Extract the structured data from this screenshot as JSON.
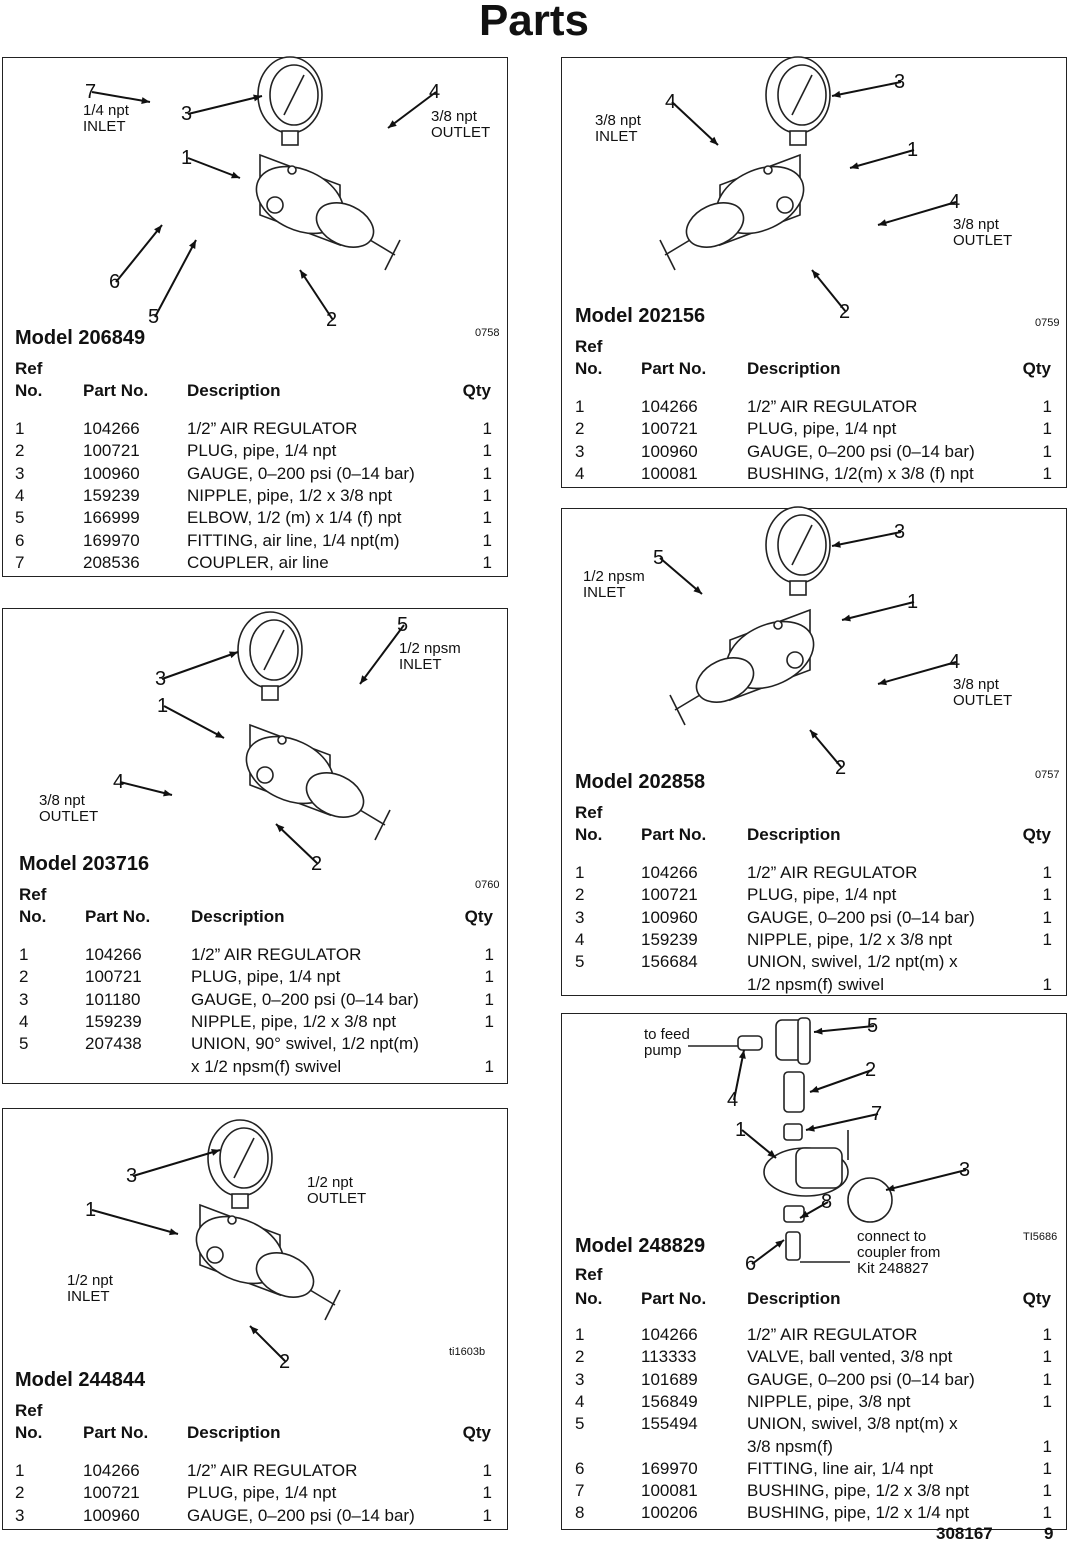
{
  "page": {
    "title": "Parts",
    "doc_number": "308167",
    "page_number": "9"
  },
  "columns": {
    "ref": "Ref",
    "no": "No.",
    "part_no": "Part No.",
    "description": "Description",
    "qty": "Qty"
  },
  "panels": [
    {
      "model": "Model 206849",
      "drawing": "0758",
      "labels": [
        "1/4 npt\nINLET",
        "3/8 npt\nOUTLET"
      ],
      "callouts": [
        "7",
        "3",
        "4",
        "1",
        "6",
        "5",
        "2"
      ],
      "rows": [
        [
          "1",
          "104266",
          "1/2” AIR REGULATOR",
          "1"
        ],
        [
          "2",
          "100721",
          "PLUG, pipe, 1/4 npt",
          "1"
        ],
        [
          "3",
          "100960",
          "GAUGE, 0–200 psi (0–14 bar)",
          "1"
        ],
        [
          "4",
          "159239",
          "NIPPLE, pipe, 1/2 x 3/8 npt",
          "1"
        ],
        [
          "5",
          "166999",
          "ELBOW, 1/2 (m) x 1/4 (f) npt",
          "1"
        ],
        [
          "6",
          "169970",
          "FITTING, air line, 1/4 npt(m)",
          "1"
        ],
        [
          "7",
          "208536",
          "COUPLER, air line",
          "1"
        ]
      ]
    },
    {
      "model": "Model 203716",
      "drawing": "0760",
      "labels": [
        "1/2 npsm\nINLET",
        "3/8 npt\nOUTLET"
      ],
      "callouts": [
        "5",
        "3",
        "1",
        "4",
        "2"
      ],
      "rows": [
        [
          "1",
          "104266",
          "1/2” AIR REGULATOR",
          "1"
        ],
        [
          "2",
          "100721",
          "PLUG, pipe, 1/4 npt",
          "1"
        ],
        [
          "3",
          "101180",
          "GAUGE, 0–200 psi (0–14 bar)",
          "1"
        ],
        [
          "4",
          "159239",
          "NIPPLE, pipe, 1/2 x 3/8 npt",
          "1"
        ],
        [
          "5",
          "207438",
          "UNION, 90° swivel, 1/2 npt(m)",
          ""
        ],
        [
          "",
          "",
          "x 1/2 npsm(f) swivel",
          "1"
        ]
      ]
    },
    {
      "model": "Model 244844",
      "drawing": "ti1603b",
      "labels": [
        "1/2 npt\nOUTLET",
        "1/2 npt\nINLET"
      ],
      "callouts": [
        "3",
        "1",
        "2"
      ],
      "rows": [
        [
          "1",
          "104266",
          "1/2” AIR REGULATOR",
          "1"
        ],
        [
          "2",
          "100721",
          "PLUG, pipe, 1/4 npt",
          "1"
        ],
        [
          "3",
          "100960",
          "GAUGE, 0–200 psi (0–14 bar)",
          "1"
        ]
      ]
    },
    {
      "model": "Model 202156",
      "drawing": "0759",
      "labels": [
        "3/8 npt\nINLET",
        "3/8 npt\nOUTLET"
      ],
      "callouts": [
        "4",
        "3",
        "1",
        "4",
        "2"
      ],
      "rows": [
        [
          "1",
          "104266",
          "1/2” AIR REGULATOR",
          "1"
        ],
        [
          "2",
          "100721",
          "PLUG, pipe, 1/4 npt",
          "1"
        ],
        [
          "3",
          "100960",
          "GAUGE, 0–200 psi (0–14 bar)",
          "1"
        ],
        [
          "4",
          "100081",
          "BUSHING, 1/2(m) x 3/8 (f) npt",
          "1"
        ]
      ]
    },
    {
      "model": "Model 202858",
      "drawing": "0757",
      "labels": [
        "1/2 npsm\nINLET",
        "3/8 npt\nOUTLET"
      ],
      "callouts": [
        "5",
        "3",
        "1",
        "4",
        "2"
      ],
      "rows": [
        [
          "1",
          "104266",
          "1/2” AIR REGULATOR",
          "1"
        ],
        [
          "2",
          "100721",
          "PLUG, pipe, 1/4 npt",
          "1"
        ],
        [
          "3",
          "100960",
          "GAUGE, 0–200 psi (0–14 bar)",
          "1"
        ],
        [
          "4",
          "159239",
          "NIPPLE, pipe, 1/2 x 3/8 npt",
          "1"
        ],
        [
          "5",
          "156684",
          "UNION, swivel, 1/2 npt(m) x",
          ""
        ],
        [
          "",
          "",
          "1/2 npsm(f) swivel",
          "1"
        ]
      ]
    },
    {
      "model": "Model 248829",
      "drawing": "TI5686",
      "labels": [
        "to feed\npump",
        "connect to\ncoupler from\nKit 248827"
      ],
      "callouts": [
        "5",
        "2",
        "4",
        "7",
        "1",
        "3",
        "8",
        "6"
      ],
      "rows": [
        [
          "1",
          "104266",
          "1/2” AIR REGULATOR",
          "1"
        ],
        [
          "2",
          "113333",
          "VALVE, ball vented, 3/8 npt",
          "1"
        ],
        [
          "3",
          "101689",
          "GAUGE, 0–200 psi (0–14 bar)",
          "1"
        ],
        [
          "4",
          "156849",
          "NIPPLE, pipe, 3/8 npt",
          "1"
        ],
        [
          "5",
          "155494",
          "UNION, swivel, 3/8 npt(m) x",
          ""
        ],
        [
          "",
          "",
          "3/8 npsm(f)",
          "1"
        ],
        [
          "6",
          "169970",
          "FITTING, line air, 1/4 npt",
          "1"
        ],
        [
          "7",
          "100081",
          "BUSHING, pipe, 1/2 x 3/8 npt",
          "1"
        ],
        [
          "8",
          "100206",
          "BUSHING, pipe, 1/2 x 1/4 npt",
          "1"
        ]
      ]
    }
  ]
}
